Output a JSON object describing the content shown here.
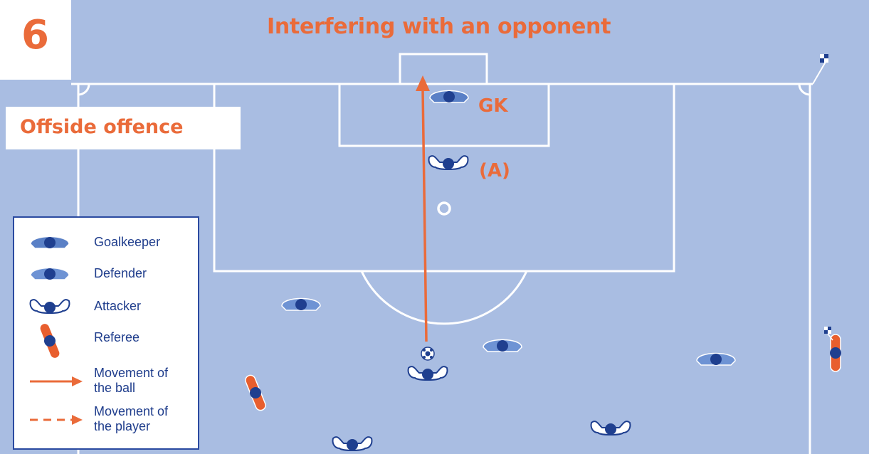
{
  "scene_number": "6",
  "title": "Interfering with an opponent",
  "offence_label": "Offside offence",
  "pitch_labels": {
    "goalkeeper": "GK",
    "attacker_a": "(A)"
  },
  "legend": {
    "goalkeeper": "Goalkeeper",
    "defender": "Defender",
    "attacker": "Attacker",
    "referee": "Referee",
    "ball_movement": {
      "line1": "Movement of",
      "line2": "the ball"
    },
    "player_movement": {
      "line1": "Movement of",
      "line2": "the player"
    }
  },
  "colors": {
    "pitch": "#a9bde2",
    "lines": "#ffffff",
    "accent": "#ea6b3a",
    "player_dark": "#1f3f8f",
    "goalkeeper_body": "#5a80c6",
    "defender_body": "#6e93d4",
    "attacker_body": "#ffffff",
    "referee_body": "#e85e2e"
  },
  "icons": [
    "goalkeeper-icon",
    "defender-icon",
    "attacker-icon",
    "referee-icon",
    "ball-icon",
    "corner-flag-icon",
    "arrow-icon"
  ]
}
